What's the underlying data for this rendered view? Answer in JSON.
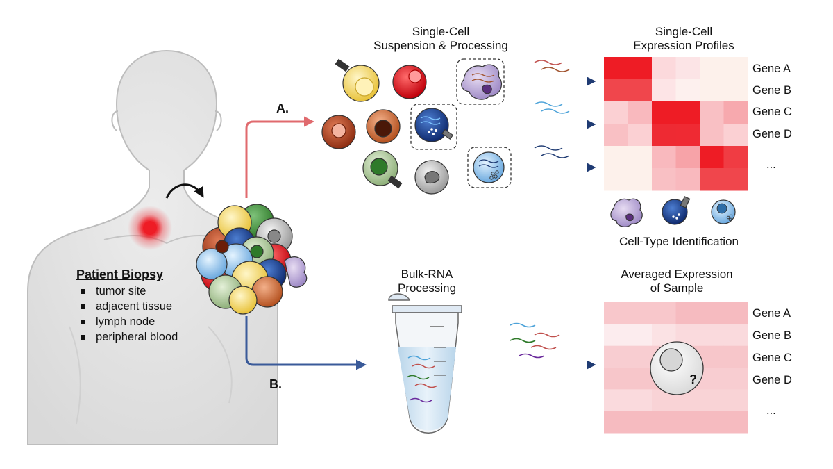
{
  "labels": {
    "sc_processing_title": [
      "Single-Cell",
      "Suspension & Processing"
    ],
    "sc_profiles_title": [
      "Single-Cell",
      "Expression Profiles"
    ],
    "cell_type_identification": "Cell-Type Identification",
    "bulk_processing_title": [
      "Bulk-RNA",
      "Processing"
    ],
    "averaged_title": [
      "Averaged Expression",
      "of Sample"
    ],
    "branch_a": "A.",
    "branch_b": "B.",
    "unknown_mark": "?"
  },
  "patient": {
    "title": "Patient Biopsy",
    "sites": [
      "tumor site",
      "adjacent tissue",
      "lymph node",
      "peripheral blood"
    ]
  },
  "sc_heatmap": {
    "rows": [
      "Gene A",
      "Gene B",
      "Gene C",
      "Gene D",
      "..."
    ],
    "colors": [
      [
        "#ee1c25",
        "#ee1c25",
        "#fcd9dc",
        "#fce4e6",
        "#fdf1eb",
        "#fdf1eb"
      ],
      [
        "#f0464c",
        "#f0464c",
        "#fde4e6",
        "#fdf0ee",
        "#fdf1eb",
        "#fdf1eb"
      ],
      [
        "#fbd0d3",
        "#f9b9be",
        "#ee1c25",
        "#ee1c25",
        "#f9c0c4",
        "#f7a9ae"
      ],
      [
        "#f9c0c4",
        "#fbd0d3",
        "#ee2a33",
        "#ef2a33",
        "#f9c0c4",
        "#fbd0d3"
      ],
      [
        "#fdf1eb",
        "#fdf1eb",
        "#f9b9be",
        "#f7a3a8",
        "#ee1c25",
        "#f03c43"
      ],
      [
        "#fdf1eb",
        "#fdf1eb",
        "#f9c0c4",
        "#f9b9be",
        "#f0464c",
        "#f0464c"
      ]
    ]
  },
  "bulk_heatmap": {
    "rows": [
      "Gene A",
      "Gene B",
      "Gene C",
      "Gene D",
      "..."
    ],
    "colors": [
      [
        "#f8c7cb",
        "#f8c7cb",
        "#f8c7cb",
        "#f6bbc0",
        "#f6bbc0",
        "#f6bbc0"
      ],
      [
        "#fcecee",
        "#fcecee",
        "#fbe2e4",
        "#fadadd",
        "#fadadd",
        "#fadadd"
      ],
      [
        "#f8cdd1",
        "#f8cdd1",
        "#f8cdd1",
        "#f7c6ca",
        "#f7c6ca",
        "#f7c6ca"
      ],
      [
        "#f7c6ca",
        "#f7c6ca",
        "#f7c6ca",
        "#f8cdd1",
        "#f8cdd1",
        "#f8cdd1"
      ],
      [
        "#fadadd",
        "#fadadd",
        "#f9d3d6",
        "#f9d3d6",
        "#f9d3d6",
        "#f9d3d6"
      ],
      [
        "#f6bbc0",
        "#f6bbc0",
        "#f6bbc0",
        "#f6bbc0",
        "#f6bbc0",
        "#f6bbc0"
      ]
    ]
  },
  "colors": {
    "arrow_a": "#e06a6e",
    "arrow_b": "#3a5a99",
    "navy": "#1f3b73",
    "biopsy_red": "#ee1c25",
    "skin": "#e6e6e6",
    "skin_outline": "#bdbdbd"
  }
}
